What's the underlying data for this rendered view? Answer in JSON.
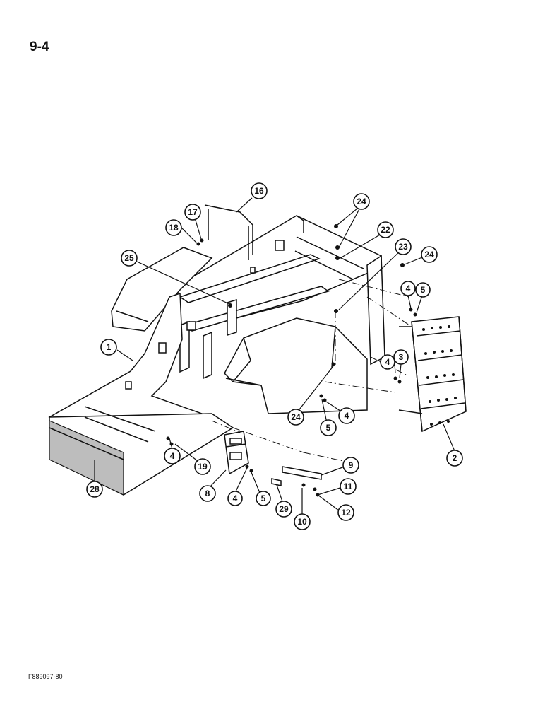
{
  "page_number": "9-4",
  "figure_code": "F889097-80",
  "callouts": [
    {
      "id": "1",
      "label": "1"
    },
    {
      "id": "2",
      "label": "2"
    },
    {
      "id": "3",
      "label": "3"
    },
    {
      "id": "4a",
      "label": "4"
    },
    {
      "id": "4b",
      "label": "4"
    },
    {
      "id": "4c",
      "label": "4"
    },
    {
      "id": "4d",
      "label": "4"
    },
    {
      "id": "4e",
      "label": "4"
    },
    {
      "id": "5a",
      "label": "5"
    },
    {
      "id": "5b",
      "label": "5"
    },
    {
      "id": "5c",
      "label": "5"
    },
    {
      "id": "8",
      "label": "8"
    },
    {
      "id": "9",
      "label": "9"
    },
    {
      "id": "10",
      "label": "10"
    },
    {
      "id": "11",
      "label": "11"
    },
    {
      "id": "12",
      "label": "12"
    },
    {
      "id": "16",
      "label": "16"
    },
    {
      "id": "17",
      "label": "17"
    },
    {
      "id": "18",
      "label": "18"
    },
    {
      "id": "19",
      "label": "19"
    },
    {
      "id": "22",
      "label": "22"
    },
    {
      "id": "23",
      "label": "23"
    },
    {
      "id": "24a",
      "label": "24"
    },
    {
      "id": "24b",
      "label": "24"
    },
    {
      "id": "24c",
      "label": "24"
    },
    {
      "id": "25",
      "label": "25"
    },
    {
      "id": "28",
      "label": "28"
    },
    {
      "id": "29",
      "label": "29"
    }
  ]
}
